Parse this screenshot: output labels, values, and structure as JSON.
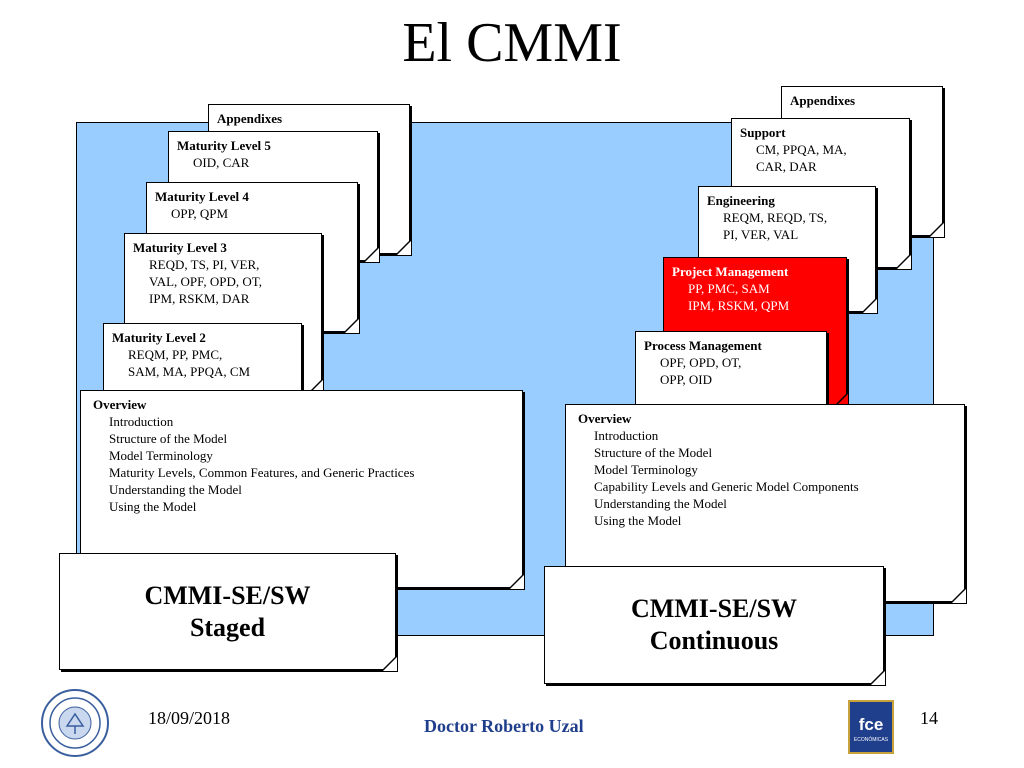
{
  "title": "El CMMI",
  "staged": {
    "appendixes": "Appendixes",
    "levels": [
      {
        "heading": "Maturity Level 5",
        "lines": [
          "OID, CAR"
        ]
      },
      {
        "heading": "Maturity Level 4",
        "lines": [
          "OPP, QPM"
        ]
      },
      {
        "heading": "Maturity Level 3",
        "lines": [
          "REQD, TS, PI, VER,",
          "VAL, OPF, OPD, OT,",
          "IPM, RSKM, DAR"
        ]
      },
      {
        "heading": "Maturity Level 2",
        "lines": [
          "REQM, PP, PMC,",
          "SAM, MA, PPQA, CM"
        ]
      }
    ],
    "overview": {
      "heading": "Overview",
      "lines": [
        "Introduction",
        "Structure of the Model",
        "Model Terminology",
        "Maturity Levels, Common Features, and Generic Practices",
        "Understanding the Model",
        "Using the Model"
      ]
    },
    "label_line1": "CMMI-SE/SW",
    "label_line2": "Staged"
  },
  "continuous": {
    "appendixes": "Appendixes",
    "categories": [
      {
        "heading": "Support",
        "lines": [
          "CM, PPQA, MA,",
          "CAR, DAR"
        ]
      },
      {
        "heading": "Engineering",
        "lines": [
          "REQM, REQD, TS,",
          "PI, VER, VAL"
        ]
      },
      {
        "heading": "Project Management",
        "lines": [
          "PP, PMC, SAM",
          "IPM, RSKM, QPM"
        ]
      },
      {
        "heading": "Process Management",
        "lines": [
          "OPF, OPD, OT,",
          "OPP, OID"
        ]
      }
    ],
    "overview": {
      "heading": "Overview",
      "lines": [
        "Introduction",
        "Structure of the Model",
        "Model Terminology",
        "Capability Levels and Generic Model Components",
        "Understanding the Model",
        "Using the Model"
      ]
    },
    "label_line1": "CMMI-SE/SW",
    "label_line2": "Continuous"
  },
  "footer": {
    "date": "18/09/2018",
    "author": "Doctor Roberto Uzal",
    "page": "14",
    "logo_right_text": "fce",
    "logo_right_sub": "ECONÓMICAS"
  },
  "colors": {
    "panel": "#99ccff",
    "highlight": "#ff0000",
    "author": "#1f3e8c"
  }
}
